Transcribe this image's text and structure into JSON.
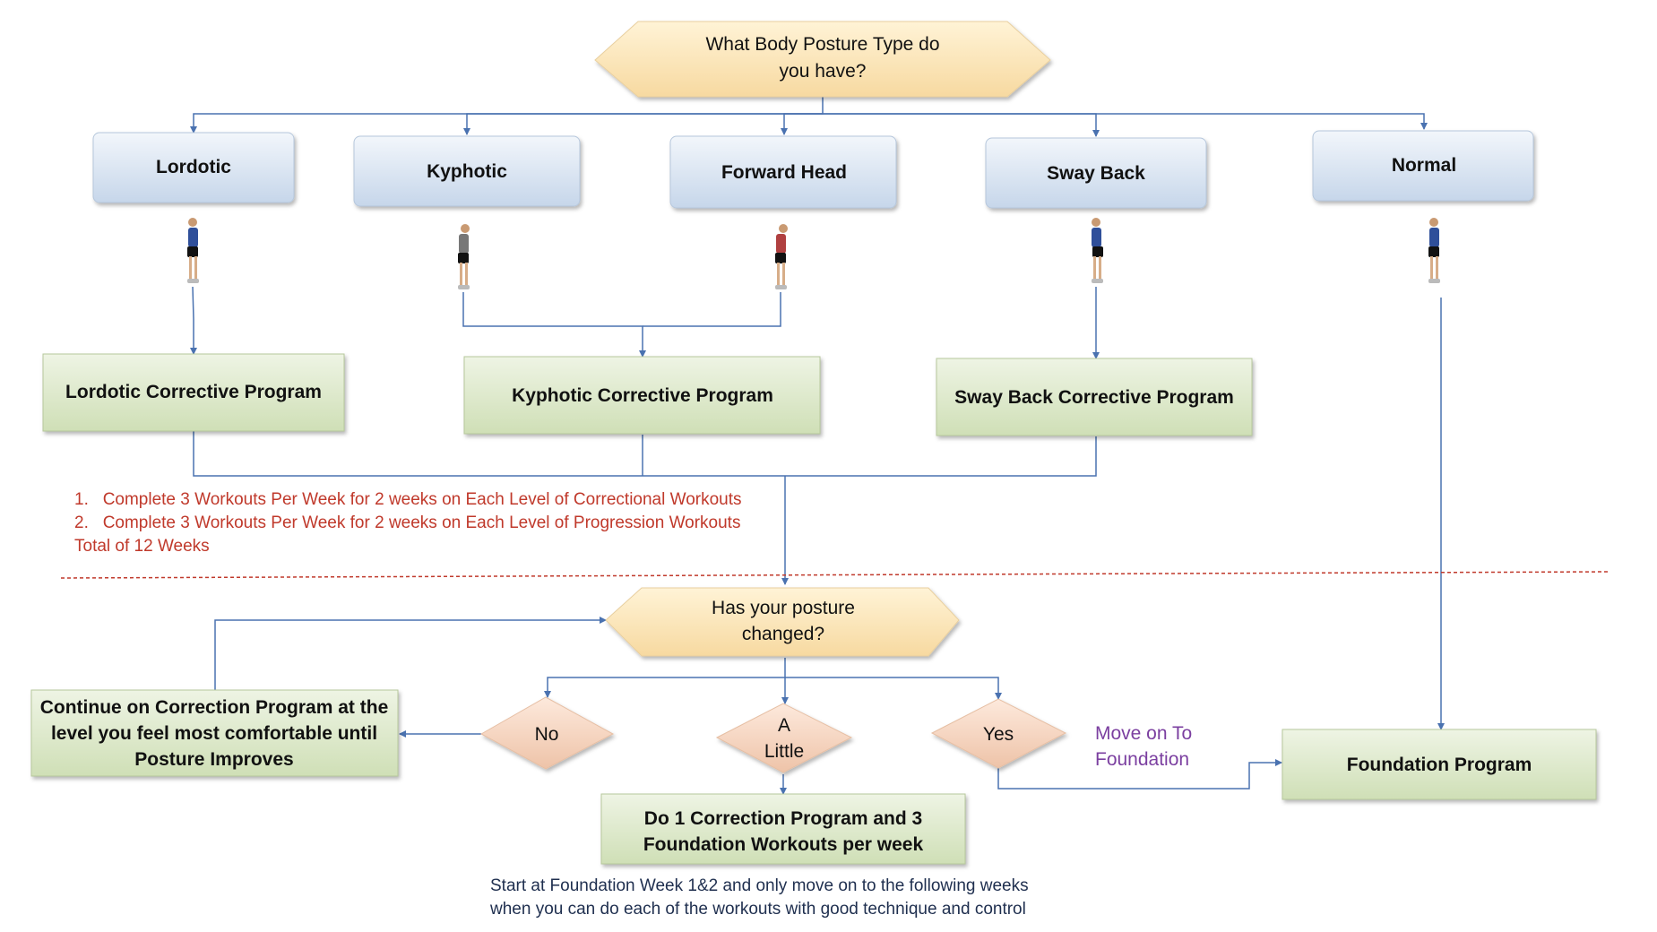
{
  "start": {
    "question_line1": "What Body Posture Type do",
    "question_line2": "you have?"
  },
  "posture_types": [
    "Lordotic",
    "Kyphotic",
    "Forward Head",
    "Sway Back",
    "Normal"
  ],
  "programs": {
    "lordotic": "Lordotic Corrective Program",
    "kyphotic": "Kyphotic Corrective Program",
    "sway_back": "Sway Back Corrective Program"
  },
  "instructions": {
    "items": [
      "Complete 3 Workouts Per Week for 2 weeks on Each Level of Correctional Workouts",
      "Complete 3 Workouts Per Week for 2 weeks on Each Level of Progression Workouts"
    ],
    "total": "Total of 12 Weeks"
  },
  "check": {
    "question_line1": "Has your posture",
    "question_line2": "changed?"
  },
  "answers": {
    "no": "No",
    "a_little_line1": "A",
    "a_little_line2": "Little",
    "yes": "Yes"
  },
  "outcomes": {
    "continue_line1": "Continue on Correction Program at the",
    "continue_line2": "level you feel most comfortable until",
    "continue_line3": "Posture Improves",
    "mixed_line1": "Do 1 Correction Program and 3",
    "mixed_line2": "Foundation Workouts per week",
    "foundation": "Foundation Program",
    "move_on_line1": "Move on To",
    "move_on_line2": "Foundation"
  },
  "footer": {
    "line1": "Start at Foundation Week 1&2 and only move on to the following weeks",
    "line2": "when you  can do each of the workouts with good technique and control"
  },
  "colors": {
    "connector": "#4a72b0",
    "question_fill": "#fbe5b8",
    "posture_fill": "#d4e1f0",
    "program_fill": "#dfe9cd",
    "answer_fill": "#f6d6c2",
    "divider": "#c0392b",
    "instruction_text": "#c0392b",
    "footer_text": "#1f2f4f",
    "move_on_text": "#7b3fa0"
  }
}
